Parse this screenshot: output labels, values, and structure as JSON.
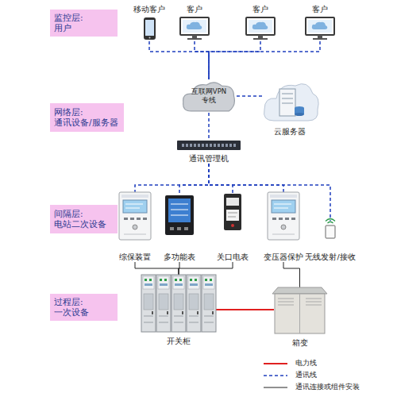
{
  "diagram": {
    "nodes": [
      {
        "text": [
          "监控层:",
          "用户"
        ]
      },
      {
        "text": [
          "移动客户"
        ]
      },
      {
        "text": [
          "客户"
        ]
      },
      {
        "text": [
          "客户"
        ]
      },
      {
        "text": [
          "客户"
        ]
      },
      {
        "text": [
          "网络层:",
          "通讯设备/服务器"
        ]
      },
      {
        "text": [
          "互联网VPN专线"
        ]
      },
      {
        "text": [
          "云服务器"
        ]
      },
      {
        "text": [
          "通讯管理机"
        ]
      },
      {
        "text": [
          "间隔层:",
          "电站二次设备"
        ]
      },
      {
        "text": [
          "综保装置"
        ]
      },
      {
        "text": [
          "多功能表"
        ]
      },
      {
        "text": [
          "关口电表"
        ]
      },
      {
        "text": [
          "变压器保护"
        ]
      },
      {
        "text": [
          "无线发射/接收"
        ]
      },
      {
        "text": [
          "过程层:",
          "一次设备"
        ]
      },
      {
        "text": [
          "开关柜"
        ]
      },
      {
        "text": [
          "箱变"
        ]
      }
    ],
    "edges": [
      {
        "from": 1,
        "to": 6,
        "arrow": "none"
      },
      {
        "from": 2,
        "to": 6,
        "arrow": "none"
      },
      {
        "from": 3,
        "to": 6,
        "arrow": "none"
      },
      {
        "from": 4,
        "to": 6,
        "arrow": "none"
      },
      {
        "from": 6,
        "to": 7,
        "arrow": "none"
      },
      {
        "from": 6,
        "to": 8,
        "arrow": "none"
      },
      {
        "from": 8,
        "to": 10,
        "arrow": "none"
      },
      {
        "from": 8,
        "to": 11,
        "arrow": "none"
      },
      {
        "from": 8,
        "to": 12,
        "arrow": "none"
      },
      {
        "from": 8,
        "to": 13,
        "arrow": "none"
      },
      {
        "from": 8,
        "to": 14,
        "arrow": "none"
      },
      {
        "from": 10,
        "to": 16,
        "arrow": "none"
      },
      {
        "from": 11,
        "to": 16,
        "arrow": "none"
      },
      {
        "from": 12,
        "to": 16,
        "arrow": "none"
      },
      {
        "from": 13,
        "to": 17,
        "arrow": "none"
      },
      {
        "from": 16,
        "to": 17,
        "arrow": "none"
      }
    ],
    "legend": [
      {
        "text": "电力线"
      },
      {
        "text": "通讯线"
      },
      {
        "text": "通讯连接或组件安装"
      }
    ]
  }
}
